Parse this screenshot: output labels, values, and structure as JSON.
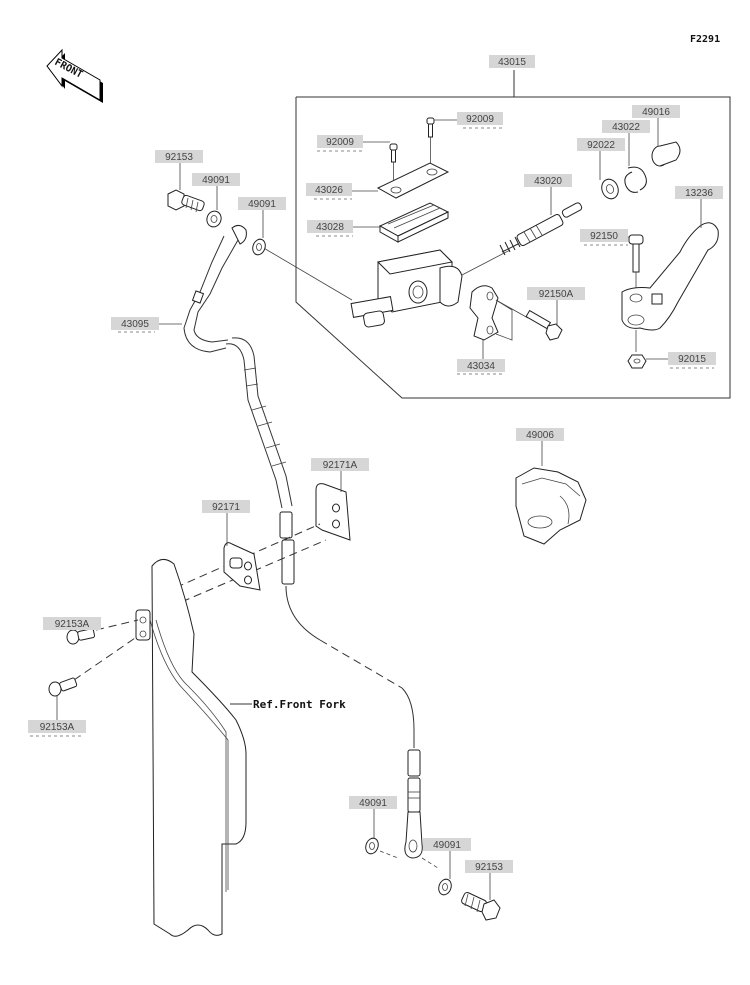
{
  "diagram_code": "F2291",
  "front_marker": "FRONT",
  "reference_note": "Ref.Front Fork",
  "parts": {
    "p43015": "43015",
    "p92009a": "92009",
    "p92009b": "92009",
    "p43026": "43026",
    "p43028": "43028",
    "p43020": "43020",
    "p92022": "92022",
    "p43022": "43022",
    "p49016": "49016",
    "p13236": "13236",
    "p92150": "92150",
    "p92150A": "92150A",
    "p43034": "43034",
    "p92015": "92015",
    "p92153_top": "92153",
    "p49091_top1": "49091",
    "p49091_top2": "49091",
    "p43095": "43095",
    "p49006": "49006",
    "p92171A": "92171A",
    "p92171": "92171",
    "p92153A_1": "92153A",
    "p92153A_2": "92153A",
    "p49091_bot1": "49091",
    "p49091_bot2": "49091",
    "p92153_bot": "92153"
  }
}
